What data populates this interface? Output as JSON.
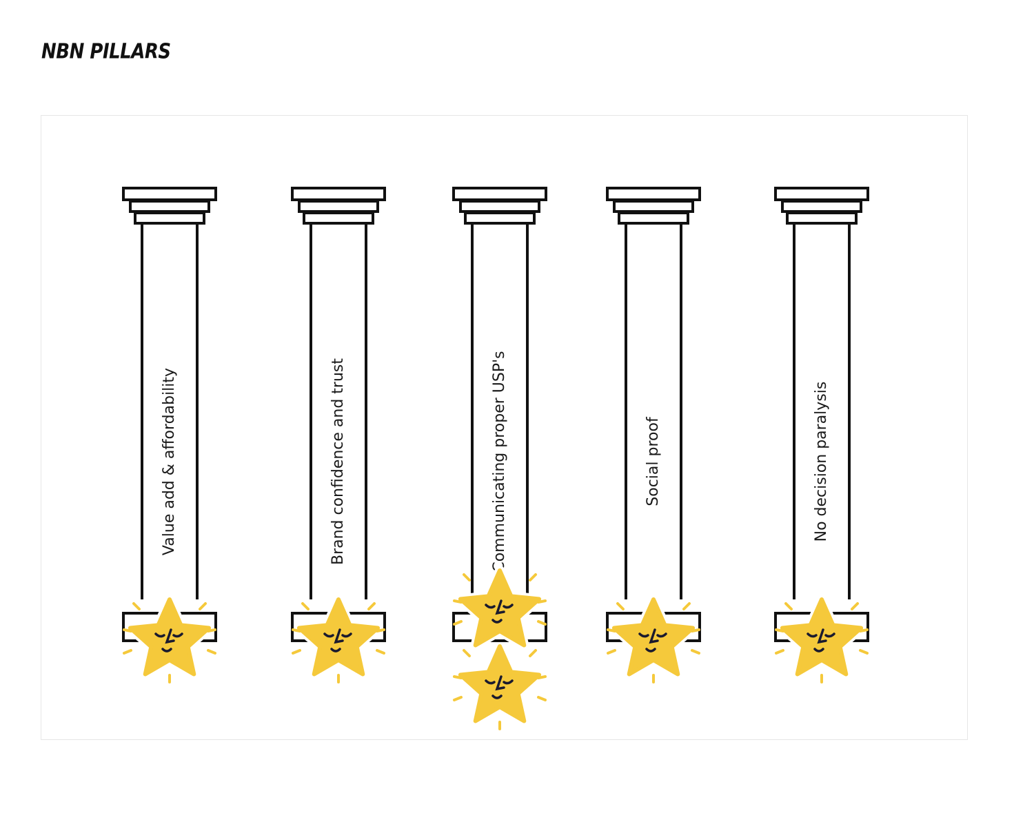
{
  "page": {
    "title": "NBN PILLARS"
  },
  "diagram": {
    "pillars": [
      {
        "label": "Value add & affordability",
        "stars": 1
      },
      {
        "label": "Brand confidence and trust",
        "stars": 1
      },
      {
        "label": "Communicating proper USP's",
        "stars": 2
      },
      {
        "label": "Social proof",
        "stars": 1
      },
      {
        "label": "No decision paralysis",
        "stars": 1
      }
    ],
    "colors": {
      "star": "#f5c93b",
      "star_face": "#1a1a2e",
      "outline": "#111111",
      "sparkle": "#f5c93b"
    },
    "icon": "happy-star-icon"
  }
}
